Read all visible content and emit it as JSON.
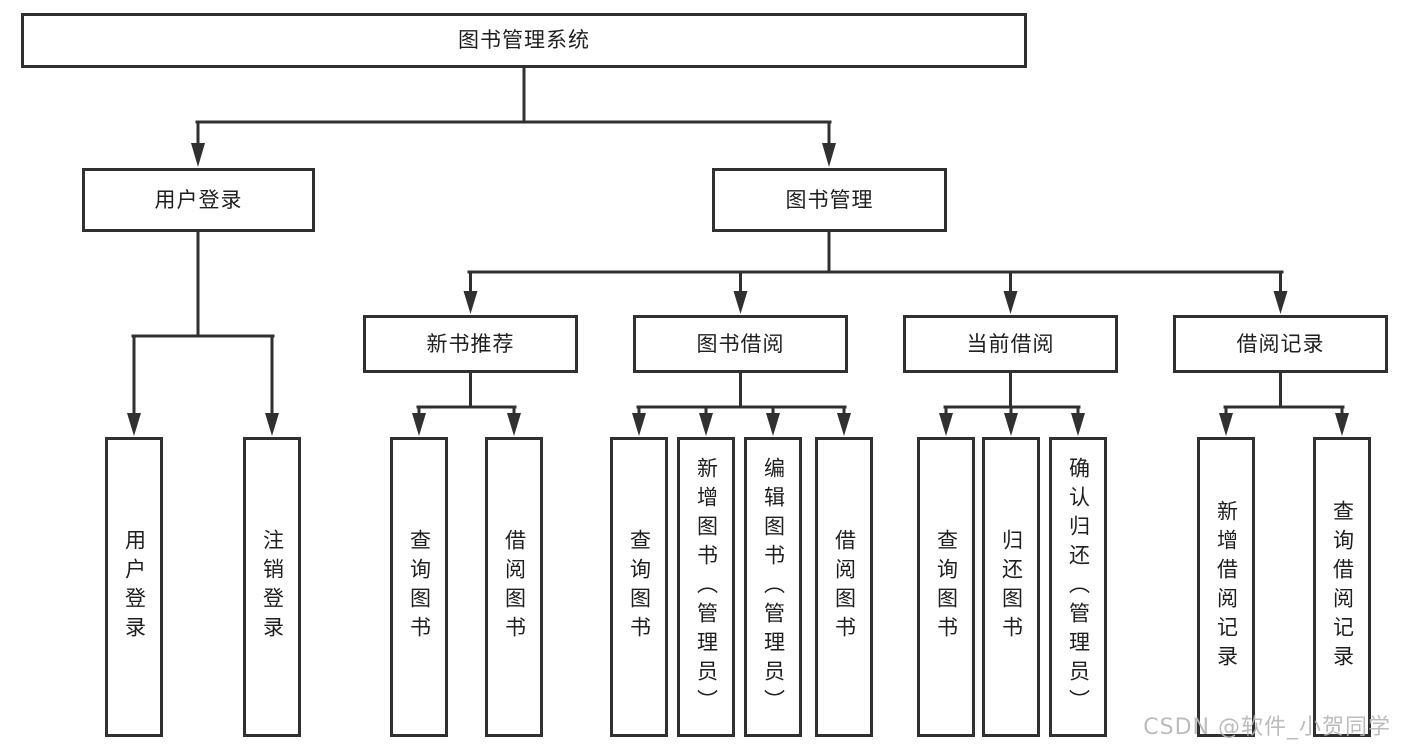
{
  "tree": {
    "label": "图书管理系统",
    "children": [
      {
        "label": "用户登录",
        "children": [
          {
            "label": "用户登录"
          },
          {
            "label": "注销登录"
          }
        ]
      },
      {
        "label": "图书管理",
        "children": [
          {
            "label": "新书推荐",
            "children": [
              {
                "label": "查询图书"
              },
              {
                "label": "借阅图书"
              }
            ]
          },
          {
            "label": "图书借阅",
            "children": [
              {
                "label": "查询图书"
              },
              {
                "label": "新增图书（管理员）"
              },
              {
                "label": "编辑图书（管理员）"
              },
              {
                "label": "借阅图书"
              }
            ]
          },
          {
            "label": "当前借阅",
            "children": [
              {
                "label": "查询图书"
              },
              {
                "label": "归还图书"
              },
              {
                "label": "确认归还（管理员）"
              }
            ]
          },
          {
            "label": "借阅记录",
            "children": [
              {
                "label": "新增借阅记录"
              },
              {
                "label": "查询借阅记录"
              }
            ]
          }
        ]
      }
    ]
  },
  "watermark": {
    "text": "CSDN @软件_小贺同学"
  },
  "colors": {
    "line": "#303030",
    "box_border": "#303030",
    "box_background": "#ffffff",
    "text": "#1f1f1f",
    "watermark": "#b5b5b5"
  }
}
